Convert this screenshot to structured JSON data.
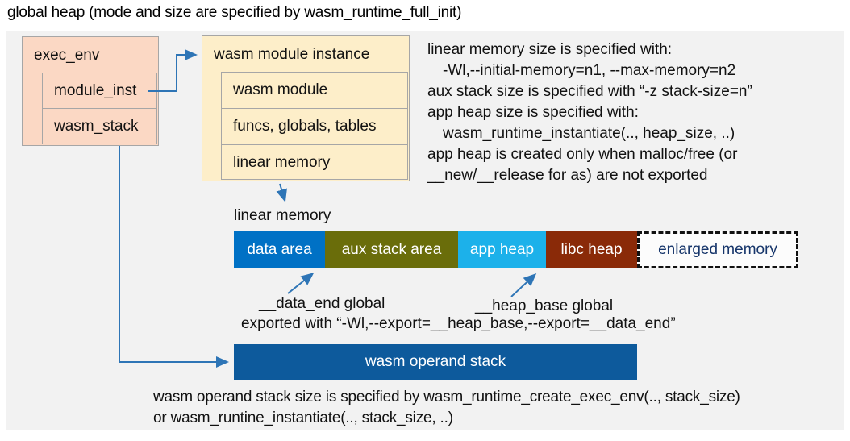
{
  "title": "global heap (mode and size are specified by wasm_runtime_full_init)",
  "exec_env": {
    "header": "exec_env",
    "rows": [
      "module_inst",
      "wasm_stack"
    ]
  },
  "module_instance": {
    "header": "wasm module instance",
    "rows": [
      "wasm module",
      "funcs, globals, tables",
      "linear memory"
    ]
  },
  "notes_right": {
    "lines": [
      "linear memory size is specified with:",
      "-Wl,--initial-memory=n1, --max-memory=n2",
      "aux stack size is specified with “-z stack-size=n”",
      "app heap size is specified with:",
      "wasm_runtime_instantiate(.., heap_size, ..)",
      "app heap is created only when malloc/free (or",
      "__new/__release for as) are not exported"
    ]
  },
  "linear_memory": {
    "label": "linear memory",
    "segments": [
      {
        "label": "data area",
        "color": "#0071c5"
      },
      {
        "label": "aux stack area",
        "color": "#6a6d0a"
      },
      {
        "label": "app heap",
        "color": "#1cb1ea"
      },
      {
        "label": "libc heap",
        "color": "#8a2a08"
      },
      {
        "label": "enlarged memory",
        "color": "#17366b",
        "style": "dashed-outline"
      }
    ]
  },
  "annotations": {
    "data_end": "__data_end global",
    "heap_base": "__heap_base global",
    "exported": "exported with “-Wl,--export=__heap_base,--export=__data_end”"
  },
  "operand_stack": {
    "label": "wasm operand stack",
    "color": "#0d5a9c"
  },
  "notes_bottom": {
    "lines": [
      "wasm operand stack size is specified by wasm_runtime_create_exec_env(.., stack_size)",
      "or wasm_runtine_instantiate(.., stack_size, ..)"
    ]
  },
  "colors": {
    "panel": "#f2f2f2",
    "exec_env_fill": "#fbd8c4",
    "module_instance_fill": "#fdeec9",
    "box_border": "#a6a6a6",
    "arrow": "#2e75b6"
  }
}
